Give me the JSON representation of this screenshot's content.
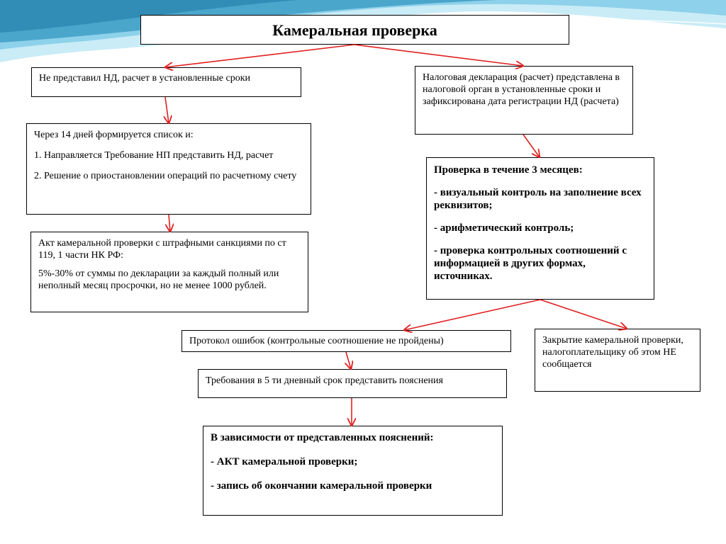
{
  "title": "Камеральная проверка",
  "colors": {
    "arrow": "#e02020",
    "border": "#000000",
    "wave_light": "#c9ecf7",
    "wave_mid": "#5bb8d8",
    "wave_dark": "#2f8fb8"
  },
  "boxes": {
    "not_submitted": {
      "text": "Не представил НД, расчет в установленные сроки"
    },
    "submitted": {
      "text": "Налоговая декларация (расчет) представлена в налоговой орган в установленные сроки и зафиксирована дата регистрации НД (расчета)"
    },
    "fourteen_days": {
      "intro": "Через 14 дней формируется список и:",
      "item1": "1. Направляется Требование  НП представить НД, расчет",
      "item2": "2. Решение о приостановлении операций по расчетному счету"
    },
    "act_penalties": {
      "line1": "Акт камеральной проверки с штрафными санкциями по ст 119, 1 части НК РФ:",
      "line2": "5%-30%  от суммы по декларации за каждый полный или неполный месяц просрочки, но не менее 1000 рублей."
    },
    "three_months": {
      "title": "Проверка в течение 3 месяцев:",
      "item1": "- визуальный контроль на заполнение всех реквизитов;",
      "item2": "- арифметический контроль;",
      "item3": "- проверка контрольных соотношений с информацией в других формах, источниках."
    },
    "protocol": {
      "text": "Протокол ошибок (контрольные соотношение не пройдены)"
    },
    "requirements": {
      "text": "Требования в 5 ти дневный срок представить пояснения"
    },
    "closing": {
      "text": "Закрытие камеральной проверки, налогоплательщику об этом НЕ сообщается"
    },
    "depending": {
      "title": "В зависимости от представленных пояснений:",
      "item1": "- АКТ камеральной проверки;",
      "item2": "- запись об окончании камеральной проверки"
    }
  }
}
